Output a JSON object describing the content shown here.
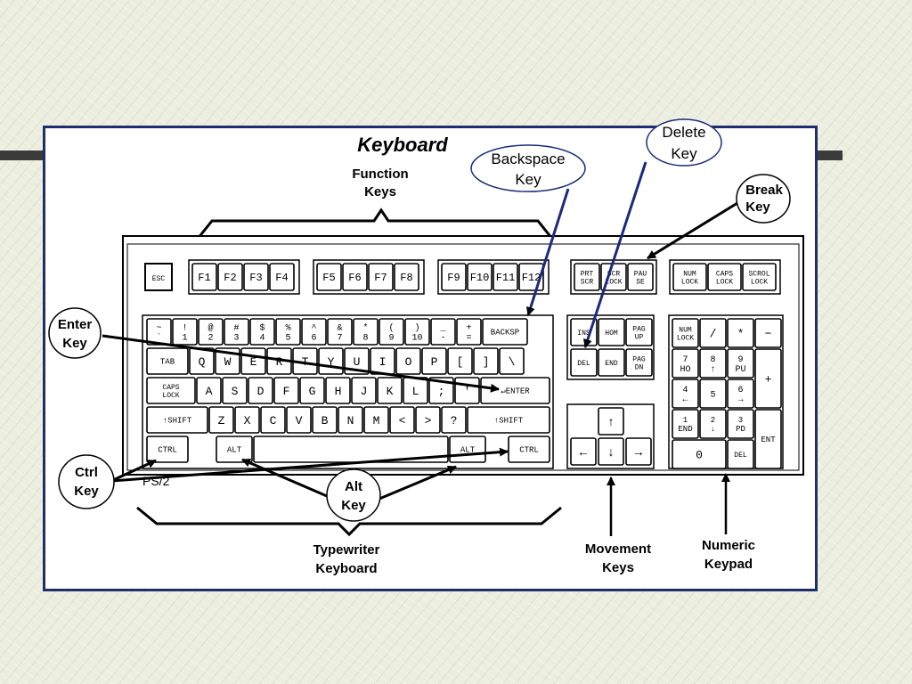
{
  "title": "Keyboard",
  "labels": {
    "function_keys": [
      "Function",
      "Keys"
    ],
    "typewriter_keyboard": [
      "Typewriter",
      "Keyboard"
    ],
    "movement_keys": [
      "Movement",
      "Keys"
    ],
    "numeric_keypad": [
      "Numeric",
      "Keypad"
    ],
    "ps2": "PS/2"
  },
  "callouts": {
    "backspace": [
      "Backspace",
      "Key"
    ],
    "delete": [
      "Delete",
      "Key"
    ],
    "break": [
      "Break",
      "Key"
    ],
    "enter": [
      "Enter",
      "Key"
    ],
    "ctrl": [
      "Ctrl",
      "Key"
    ],
    "alt": [
      "Alt",
      "Key"
    ]
  },
  "keys": {
    "esc": "ESC",
    "function_row": [
      "F1",
      "F2",
      "F3",
      "F4",
      "F5",
      "F6",
      "F7",
      "F8",
      "F9",
      "F10",
      "F11",
      "F12"
    ],
    "system": [
      "PRT SCR",
      "SCR LOCK",
      "PAU SE"
    ],
    "locks": [
      "NUM LOCK",
      "CAPS LOCK",
      "SCROL LOCK"
    ],
    "number_row_top": [
      "~",
      "!",
      "@",
      "#",
      "$",
      "%",
      "^",
      "&",
      "*",
      "(",
      ")",
      "_",
      "+"
    ],
    "number_row_bottom": [
      "`",
      "1",
      "2",
      "3",
      "4",
      "5",
      "6",
      "7",
      "8",
      "9",
      "10",
      "-",
      "="
    ],
    "backspace": "BACKSP",
    "tab": "TAB",
    "qwerty_row": [
      "Q",
      "W",
      "E",
      "R",
      "T",
      "Y",
      "U",
      "I",
      "O",
      "P",
      "[",
      "]",
      "\\"
    ],
    "caps": "CAPS LOCK",
    "home_row": [
      "A",
      "S",
      "D",
      "F",
      "G",
      "H",
      "J",
      "K",
      "L",
      ";",
      "'"
    ],
    "enter": "ENTER",
    "shift": "SHIFT",
    "bottom_row": [
      "Z",
      "X",
      "C",
      "V",
      "B",
      "N",
      "M",
      "<",
      ">",
      "?"
    ],
    "ctrl": "CTRL",
    "alt": "ALT",
    "edit_top": [
      "INS",
      "HOM",
      "PAG UP"
    ],
    "edit_bottom": [
      "DEL",
      "END",
      "PAG DN"
    ],
    "arrows": [
      "↑",
      "←",
      "↓",
      "→"
    ],
    "numpad": [
      [
        "NUM LOCK",
        "/",
        "*",
        "−"
      ],
      [
        "7 HO",
        "8 ↑",
        "9 PU",
        "+"
      ],
      [
        "4 ←",
        "5",
        "6 →"
      ],
      [
        "1 END",
        "2 ↓",
        "3 PD",
        "ENT"
      ],
      [
        "0",
        "DEL"
      ]
    ]
  }
}
